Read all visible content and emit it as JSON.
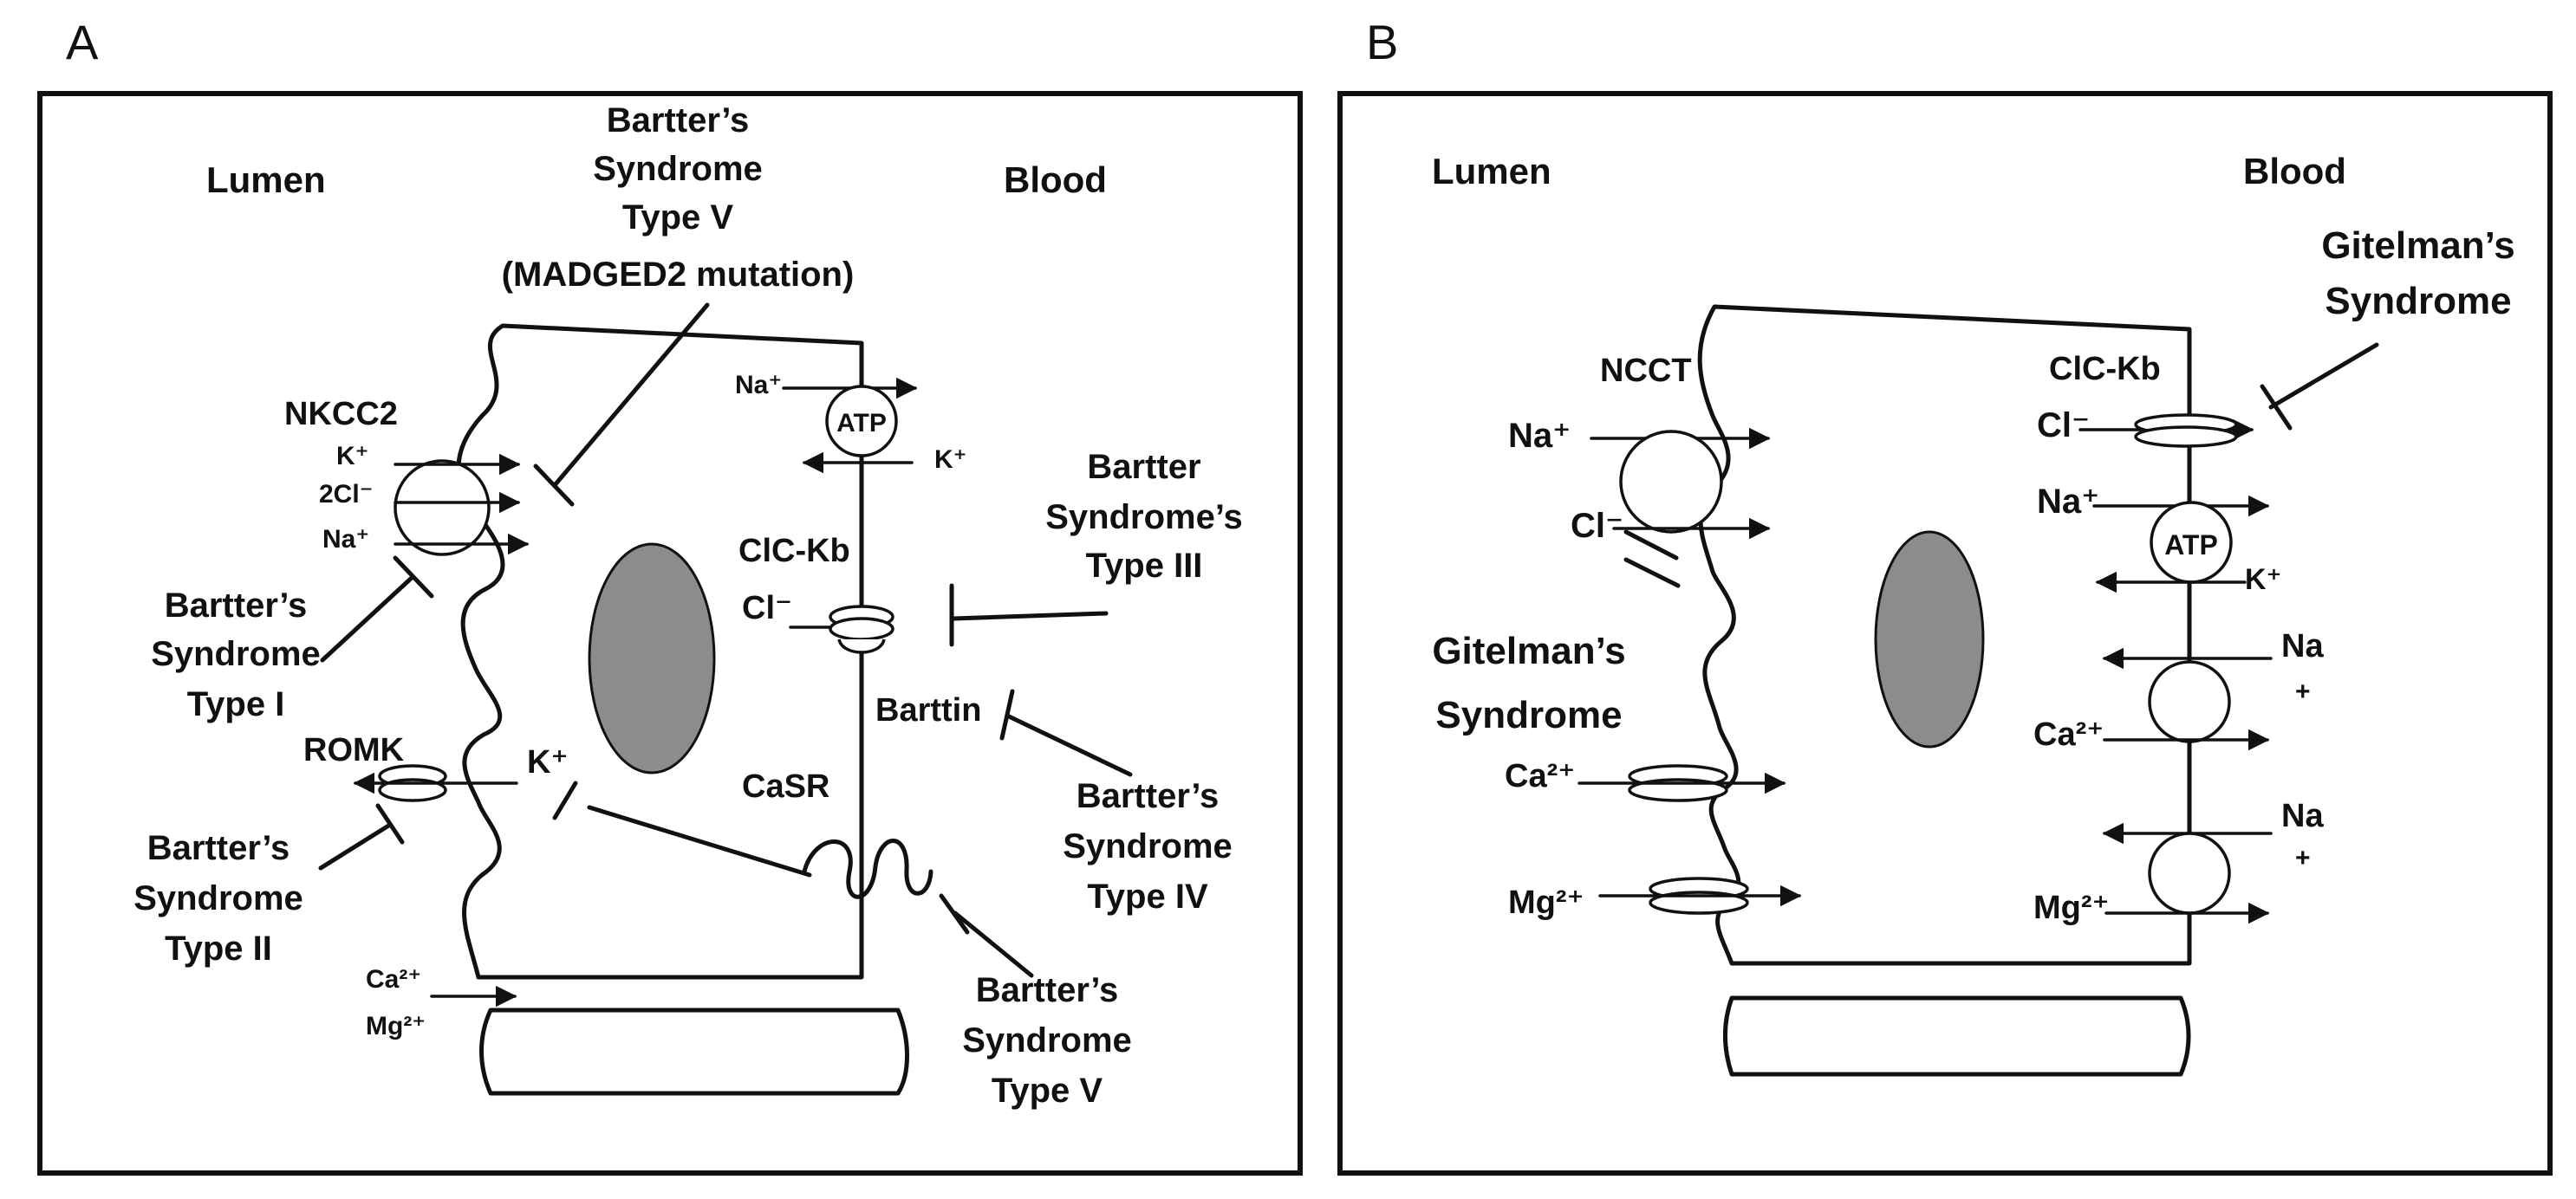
{
  "panels": {
    "a": {
      "letter": "A",
      "lumen": "Lumen",
      "blood": "Blood",
      "transporters": {
        "nkcc2": "NKCC2",
        "romk": "ROMK",
        "clckb": "ClC-Kb",
        "barttin": "Barttin",
        "casr": "CaSR",
        "atp": "ATP"
      },
      "ions": {
        "k_lumen": "K⁺",
        "twocl": "2Cl⁻",
        "na_lumen": "Na⁺",
        "na_pump": "Na⁺",
        "k_pump": "K⁺",
        "cl_blood": "Cl⁻",
        "k_romk": "K⁺",
        "ca": "Ca²⁺",
        "mg": "Mg²⁺"
      },
      "syndromes": {
        "type_v_top": [
          "Bartter’s",
          "Syndrome",
          "Type V",
          "(MADGED2 mutation)"
        ],
        "type_iii": [
          "Bartter",
          "Syndrome’s",
          "Type III"
        ],
        "type_i": [
          "Bartter’s",
          "Syndrome",
          "Type I"
        ],
        "type_ii": [
          "Bartter’s",
          "Syndrome",
          "Type II"
        ],
        "type_iv": [
          "Bartter’s",
          "Syndrome",
          "Type IV"
        ],
        "type_v_bottom": [
          "Bartter’s",
          "Syndrome",
          "Type V"
        ]
      }
    },
    "b": {
      "letter": "B",
      "lumen": "Lumen",
      "blood": "Blood",
      "transporters": {
        "ncct": "NCCT",
        "clckb": "ClC-Kb",
        "atp": "ATP"
      },
      "ions": {
        "na_lumen": "Na⁺",
        "cl_lumen": "Cl⁻",
        "ca_lumen": "Ca²⁺",
        "mg_lumen": "Mg²⁺",
        "cl_blood": "Cl⁻",
        "na_pump": "Na⁺",
        "k_pump": "K⁺",
        "na_ex1": "Na",
        "plus_ex1": "+",
        "ca_blood": "Ca²⁺",
        "na_ex2": "Na",
        "plus_ex2": "+",
        "mg_blood": "Mg²⁺"
      },
      "syndromes": {
        "gitelman_blood": [
          "Gitelman’s",
          "Syndrome"
        ],
        "gitelman_lumen": [
          "Gitelman’s",
          "Syndrome"
        ]
      }
    }
  }
}
